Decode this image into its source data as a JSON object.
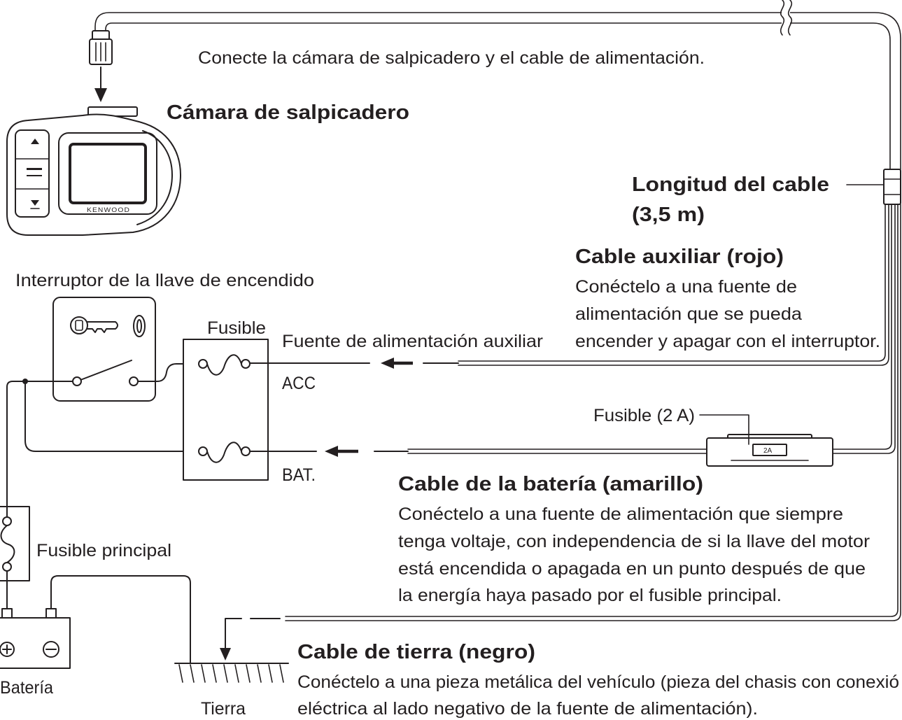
{
  "header": {
    "instruction": "Conecte la cámara de salpicadero y el cable de alimentación."
  },
  "camera": {
    "label": "Cámara de salpicadero",
    "brand": "KENWOOD"
  },
  "cable_length": {
    "label": "Longitud del cable",
    "value": "(3,5 m)"
  },
  "aux_cable": {
    "title": "Cable auxiliar (rojo)",
    "description": [
      "Conéctelo a una fuente de",
      "alimentación que se pueda",
      "encender y apagar con el interruptor."
    ]
  },
  "ignition_switch": {
    "label": "Interruptor de la llave de encendido"
  },
  "fuse_box": {
    "label": "Fusible",
    "acc_source_label": "Fuente de alimentación auxiliar",
    "acc_terminal": "ACC",
    "bat_terminal": "BAT."
  },
  "inline_fuse": {
    "label": "Fusible (2 A)",
    "rating": "2A"
  },
  "battery_cable": {
    "title": "Cable de la batería (amarillo)",
    "description": [
      "Conéctelo a una fuente de alimentación que siempre",
      "tenga voltaje, con independencia de si la llave del motor",
      "está encendida o apagada en un punto después de que",
      "la energía haya pasado por el fusible principal."
    ]
  },
  "main_fuse": {
    "label": "Fusible principal"
  },
  "battery": {
    "label": "Batería"
  },
  "ground": {
    "label": "Tierra"
  },
  "ground_cable": {
    "title": "Cable de tierra (negro)",
    "description": [
      "Conéctelo a una pieza metálica del vehículo (pieza del chasis con conexió",
      "eléctrica al lado negativo de la fuente de alimentación)."
    ]
  },
  "colors": {
    "ink": "#231f20",
    "background": "#ffffff"
  }
}
